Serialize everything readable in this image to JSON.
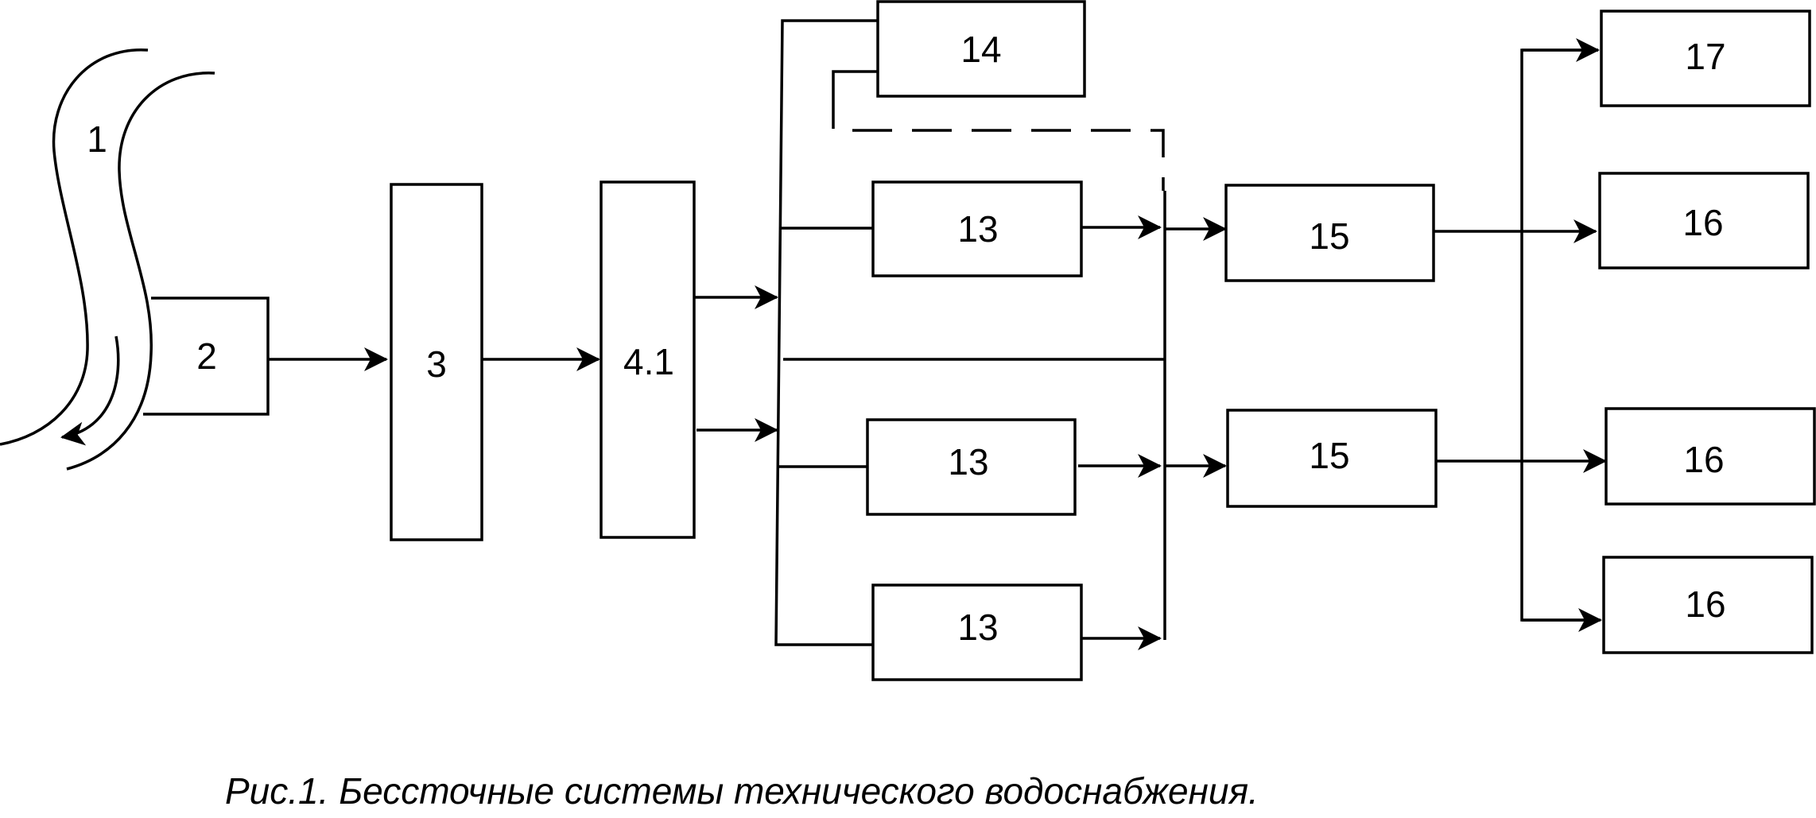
{
  "diagram": {
    "labels": {
      "river": "1",
      "intake": "2",
      "box3": "3",
      "box41": "4.1",
      "box14": "14",
      "box13a": "13",
      "box13b": "13",
      "box13c": "13",
      "box15a": "15",
      "box15b": "15",
      "box17": "17",
      "box16a": "16",
      "box16b": "16",
      "box16c": "16"
    }
  },
  "caption": "Рис.1. Бессточные системы технического водоснабжения."
}
